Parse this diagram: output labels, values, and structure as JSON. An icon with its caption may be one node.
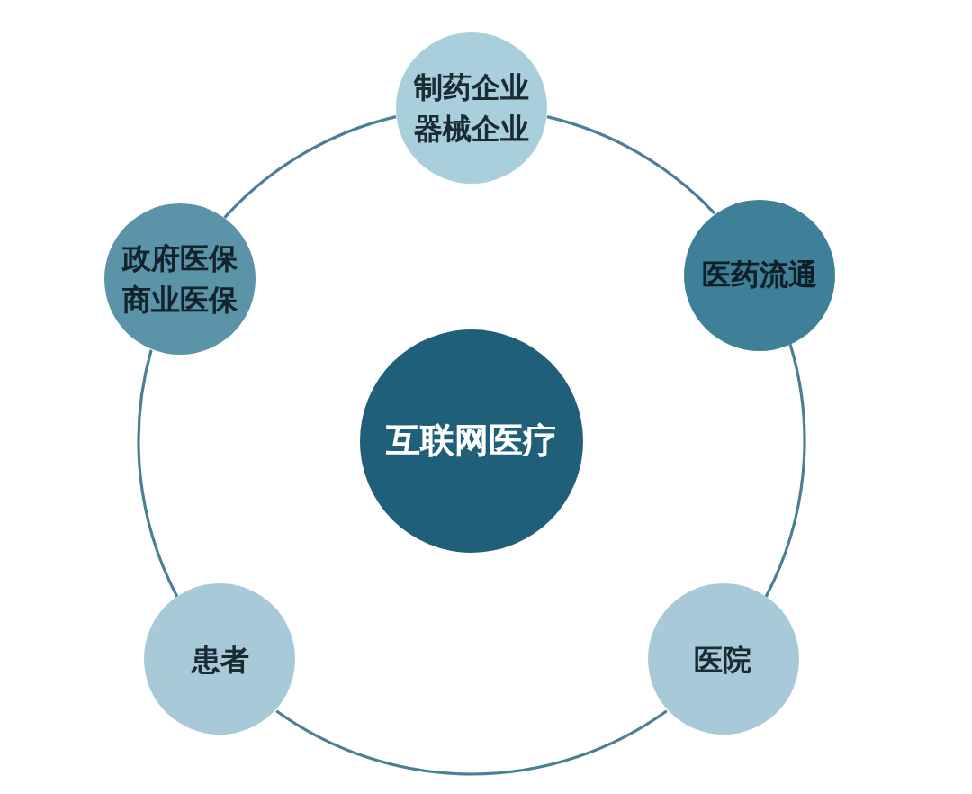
{
  "diagram": {
    "nodes": [
      {
        "text": [
          "制药企业",
          "器械企业"
        ]
      },
      {
        "text": [
          "政府医保",
          "商业医保"
        ]
      },
      {
        "text": [
          "医药流通"
        ]
      },
      {
        "text": [
          "互联网医疗"
        ]
      },
      {
        "text": [
          "患者"
        ]
      },
      {
        "text": [
          "医院"
        ]
      }
    ],
    "edges": [
      {
        "from": 0,
        "to": 2,
        "arrow": "none"
      },
      {
        "from": 2,
        "to": 5,
        "arrow": "none"
      },
      {
        "from": 5,
        "to": 4,
        "arrow": "none"
      },
      {
        "from": 4,
        "to": 1,
        "arrow": "none"
      },
      {
        "from": 1,
        "to": 0,
        "arrow": "none"
      }
    ]
  }
}
